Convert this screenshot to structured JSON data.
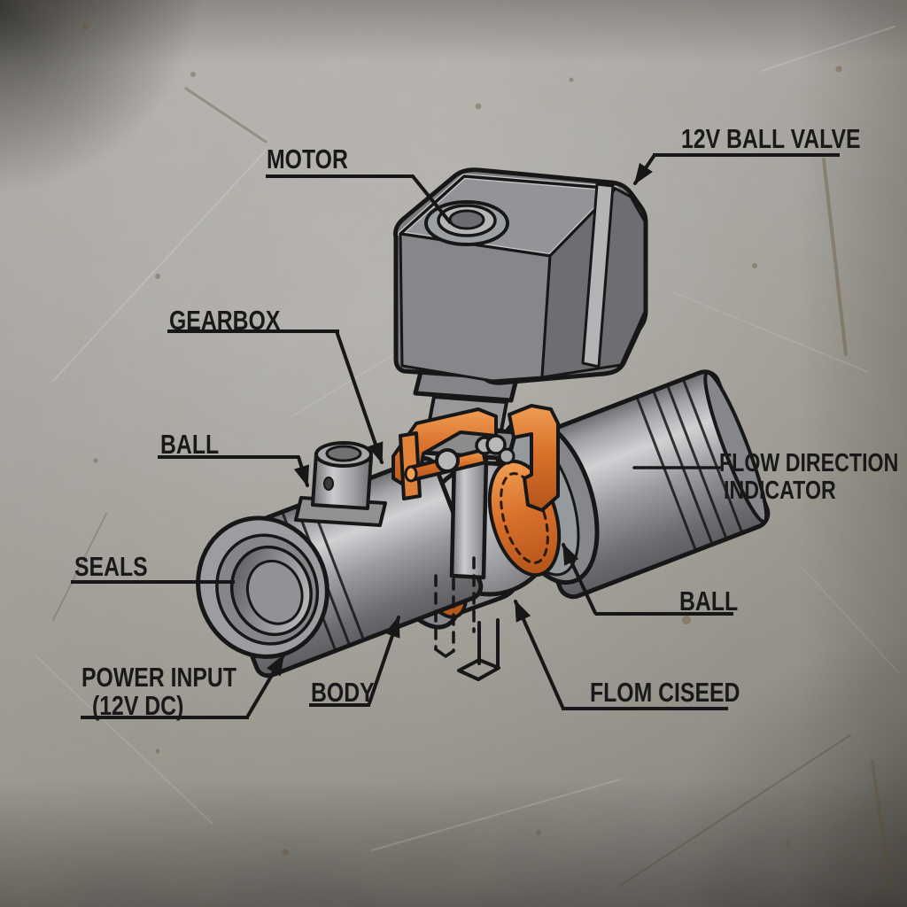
{
  "labels": {
    "valve_title": "12V BALL VALVE",
    "motor": "MOTOR",
    "gearbox": "GEARBOX",
    "ball_left": "BALL",
    "seals": "SEALS",
    "power_input_line1": "POWER INPUT",
    "power_input_line2": "(12V DC)",
    "body": "BODY",
    "flow_closed": "FLOM CISEED",
    "ball_right": "BALL",
    "flow_direction_line1": "FLOW DIRECTION",
    "flow_direction_line2": "INDICATOR"
  },
  "colors": {
    "accent_orange": "#D4702A",
    "outline_black": "#171717",
    "metal_gray": "#9A9C9E",
    "background_gray": "#A7A5A1"
  }
}
